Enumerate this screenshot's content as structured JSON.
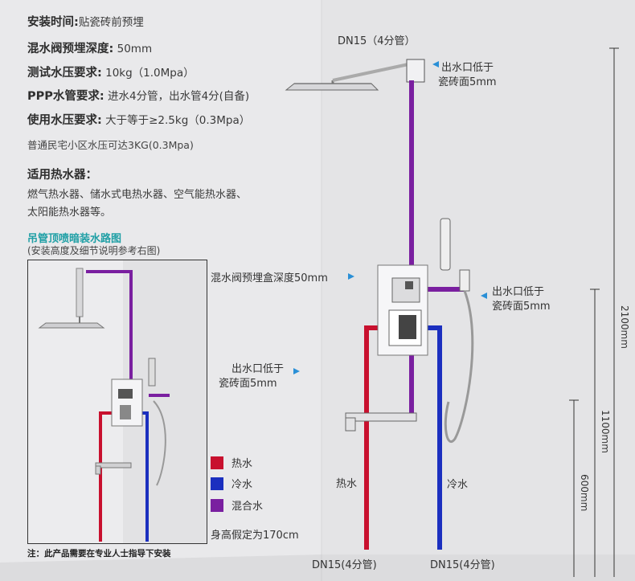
{
  "specs": [
    {
      "key": "安装时间:",
      "value": "贴瓷砖前预埋"
    },
    {
      "key": "混水阀预埋深度:",
      "value": "50mm"
    },
    {
      "key": "测试水压要求:",
      "value": "10kg（1.0Mpa）"
    },
    {
      "key": "PPP水管要求:",
      "value": "进水4分管，出水管4分(自备)"
    },
    {
      "key": "使用水压要求:",
      "value": "大于等于≥2.5kg（0.3Mpa）"
    }
  ],
  "spec_note": "普通民宅小区水压可达3KG(0.3Mpa)",
  "heater": {
    "title": "适用热水器：",
    "line1": "燃气热水器、储水式电热水器、空气能热水器、",
    "line2": "太阳能热水器等。"
  },
  "inset": {
    "title": "吊管顶喷暗装水路图",
    "subtitle": "(安装高度及细节说明参考右图)"
  },
  "footnote": "注：此产品需要在专业人士指导下安装",
  "labels": {
    "top_pipe": "DN15（4分管）",
    "outlet_top_1": "出水口低于",
    "outlet_top_2": "瓷砖面5mm",
    "valve_depth": "混水阀预埋盒深度50mm",
    "outlet_right_1": "出水口低于",
    "outlet_right_2": "瓷砖面5mm",
    "outlet_left_1": "出水口低于",
    "outlet_left_2": "瓷砖面5mm",
    "hot_pipe": "热水",
    "cold_pipe": "冷水",
    "bottom_left": "DN15(4分管)",
    "bottom_right": "DN15(4分管)",
    "height_note": "身高假定为170cm"
  },
  "legend": [
    {
      "label": "热水",
      "color": "#c8102e"
    },
    {
      "label": "冷水",
      "color": "#1b2fbf"
    },
    {
      "label": "混合水",
      "color": "#7a1fa0"
    }
  ],
  "dimensions": {
    "d2100": "2100mm",
    "d1100": "1100mm",
    "d600": "600mm"
  },
  "colors": {
    "hot": "#c8102e",
    "cold": "#1b2fbf",
    "mixed": "#7a1fa0",
    "accent": "#1e9fa5"
  }
}
